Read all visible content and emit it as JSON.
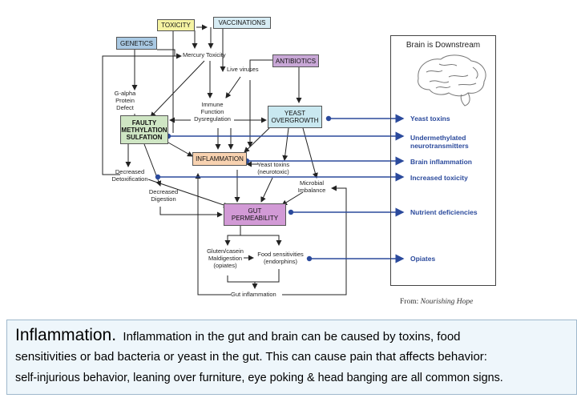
{
  "diagram": {
    "boxes": {
      "toxicity": "TOXICITY",
      "vaccinations": "VACCINATIONS",
      "genetics": "GENETICS",
      "antibiotics": "ANTIBIOTICS",
      "faulty_methylation": "FAULTY METHYLATION SULFATION",
      "yeast_overgrowth": "YEAST OVERGROWTH",
      "inflammation": "INFLAMMATION",
      "gut_permeability": "GUT PERMEABILITY"
    },
    "labels": {
      "mercury_toxicity": "Mercury Toxicity",
      "live_viruses": "Live viruses",
      "g_alpha": "G-alpha Protein Defect",
      "immune_dysregulation": "Immune Function Dysregulation",
      "yeast_toxins": "Yeast toxins (neurotoxic)",
      "decreased_detox": "Decreased Detoxification",
      "decreased_digestion": "Decreased Digestion",
      "microbial_imbalance": "Microbial Imbalance",
      "gluten_casein": "Gluten/casein Maldigestion (opiates)",
      "food_sensitivities": "Food sensitivities (endorphins)",
      "gut_inflammation": "Gut inflammation"
    },
    "brain_panel_title": "Brain is Downstream",
    "effects": [
      "Yeast toxins",
      "Undermethylated neurotransmitters",
      "Brain inflammation",
      "Increased toxicity",
      "Nutrient deficiencies",
      "Opiates"
    ],
    "credit_prefix": "From: ",
    "credit_source": "Nourishing Hope",
    "colors": {
      "toxicity": "#f5f3a2",
      "vaccinations": "#d7ecf4",
      "genetics": "#a9c9e3",
      "antibiotics": "#c8a7d6",
      "faulty_methylation": "#cfe6c4",
      "yeast_overgrowth": "#c9e8f0",
      "inflammation": "#f8d2b0",
      "gut_permeability": "#d29ad6",
      "effect_arrow": "#2b4a9c"
    }
  },
  "caption": {
    "title": "Inflammation.",
    "line1_text": "Inflammation in the gut and brain can be caused by toxins, food",
    "line2_text": "sensitivities or bad bacteria or yeast in the gut. This can cause pain that affects behavior:",
    "line3_text": "self-injurious behavior, leaning over furniture, eye poking & head banging are all common signs."
  }
}
